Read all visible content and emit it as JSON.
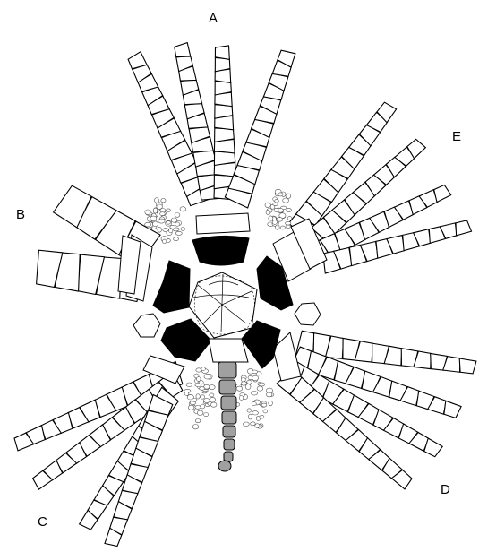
{
  "figure": {
    "ray_labels": {
      "A": "A",
      "B": "B",
      "C": "C",
      "D": "D",
      "E": "E"
    }
  },
  "colors": {
    "background": "#ffffff",
    "outline": "#000000",
    "radial_plates": "#000000",
    "anal_sac": "#a0a0a0"
  }
}
